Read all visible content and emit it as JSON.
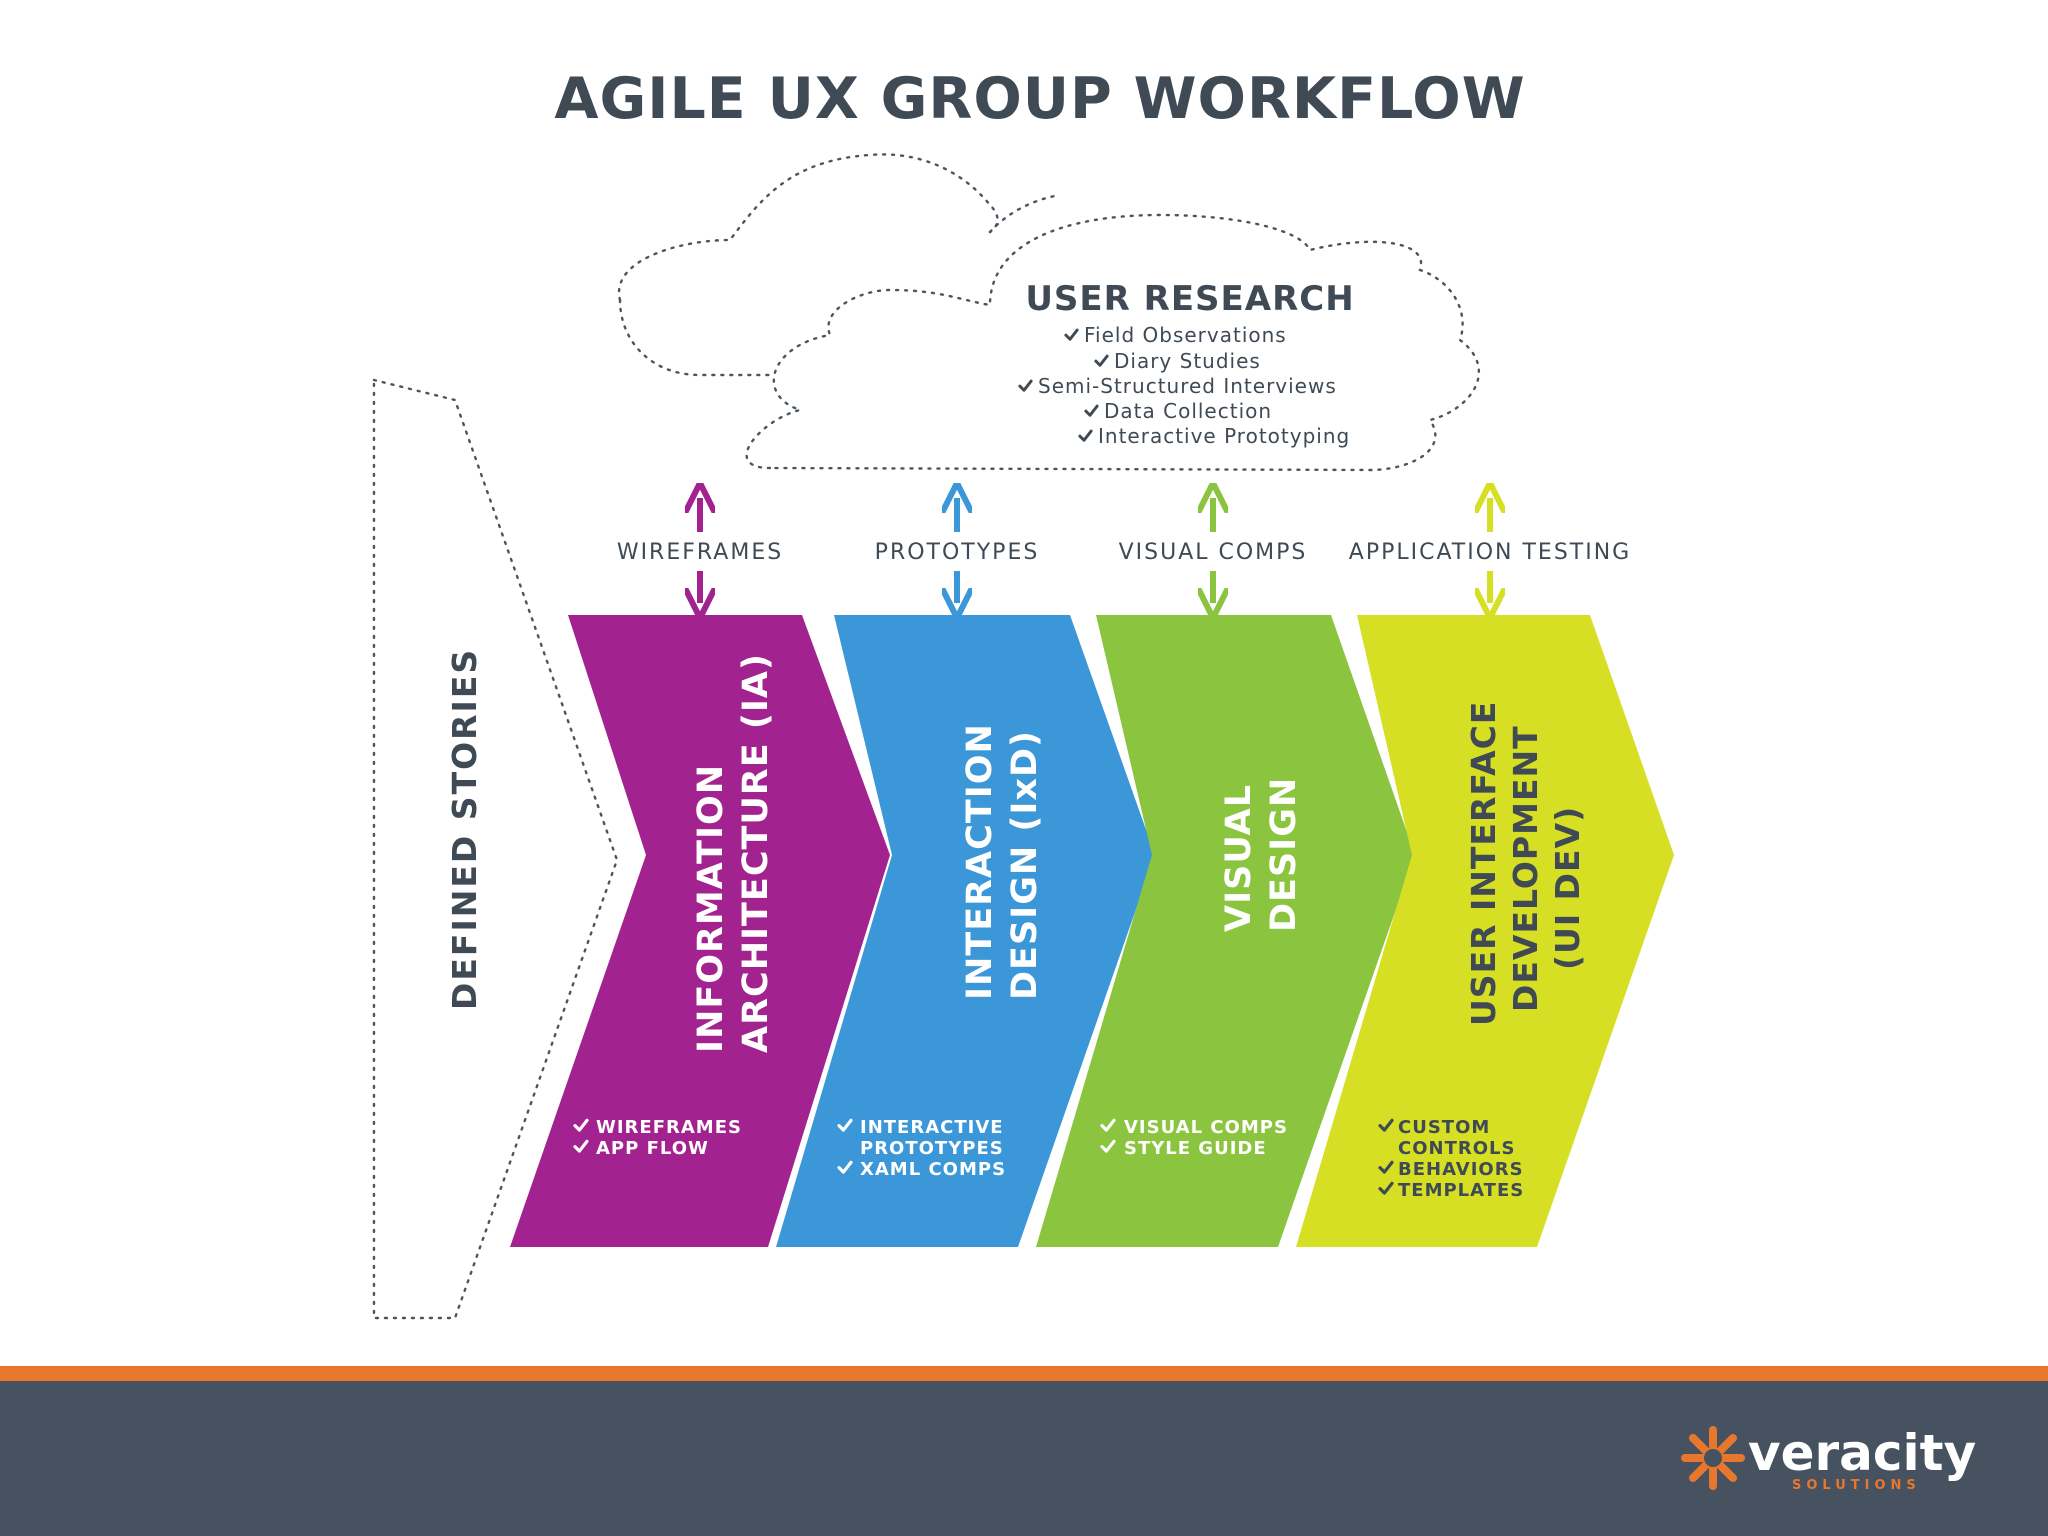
{
  "title": "AGILE UX GROUP WORKFLOW",
  "user_research": {
    "title": "USER RESEARCH",
    "items": [
      "Field Observations",
      "Diary Studies",
      "Semi-Structured Interviews",
      "Data Collection",
      "Interactive Prototyping"
    ]
  },
  "deliverables": [
    {
      "label": "WIREFRAMES",
      "color": "#a2238f"
    },
    {
      "label": "PROTOTYPES",
      "color": "#3b97d8"
    },
    {
      "label": "VISUAL COMPS",
      "color": "#8bc43f"
    },
    {
      "label": "APPLICATION TESTING",
      "color": "#d6df23"
    }
  ],
  "side_label": "DEFINED STORIES",
  "stages": [
    {
      "name_lines": [
        "INFORMATION",
        "ARCHITECTURE (IA)"
      ],
      "color": "#a2238f",
      "items": [
        "WIREFRAMES",
        "APP FLOW"
      ]
    },
    {
      "name_lines": [
        "INTERACTION",
        "DESIGN (IxD)"
      ],
      "color": "#3b97d8",
      "items": [
        "INTERACTIVE",
        "PROTOTYPES",
        "XAML COMPS"
      ]
    },
    {
      "name_lines": [
        "VISUAL",
        "DESIGN"
      ],
      "color": "#8bc43f",
      "items": [
        "VISUAL COMPS",
        "STYLE GUIDE"
      ]
    },
    {
      "name_lines": [
        "USER INTERFACE",
        "DEVELOPMENT",
        "(UI DEV)"
      ],
      "color": "#d6df23",
      "items": [
        "CUSTOM",
        "CONTROLS",
        "BEHAVIORS",
        "TEMPLATES"
      ]
    }
  ],
  "footer": {
    "brand": "veracity",
    "sub": "SOLUTIONS",
    "bar_color": "#46525f",
    "accent_color": "#e8772e"
  }
}
